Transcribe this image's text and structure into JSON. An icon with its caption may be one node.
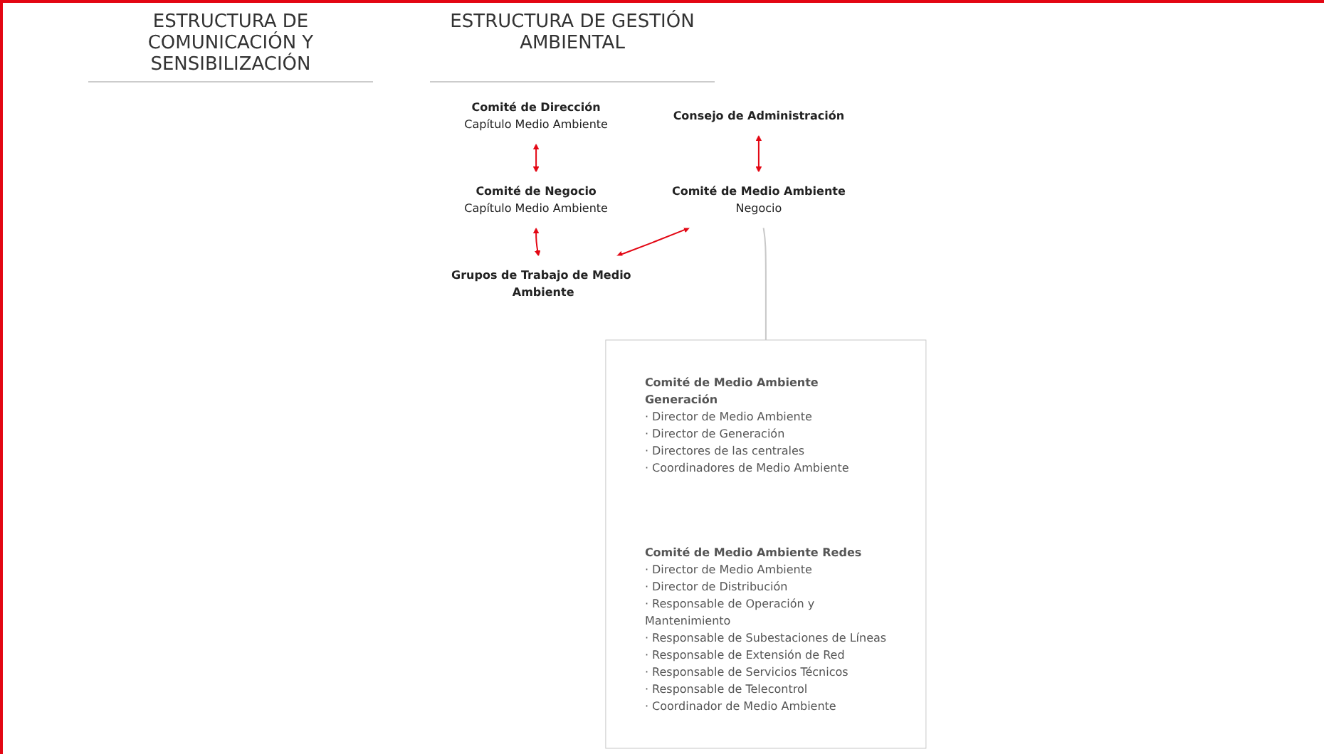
{
  "diagram": {
    "nodes": [
      {
        "text": [
          "Comité de Dirección",
          "Capítulo Medio Ambiente"
        ]
      },
      {
        "text": [
          "Consejo de Administración"
        ]
      },
      {
        "text": [
          "Comité de Negocio",
          "Capítulo Medio Ambiente"
        ]
      },
      {
        "text": [
          "Comité de Medio Ambiente",
          "Negocio"
        ]
      },
      {
        "text": [
          "Grupos de Trabajo de Medio Ambiente"
        ]
      },
      {
        "text": [],
        "shape": "bar"
      },
      {
        "text": [
          "Comité de Medio Ambiente Generación",
          "· Director de Medio Ambiente",
          "· Director de Generación",
          "· Directores de las centrales",
          "· Coordinadores de Medio Ambiente"
        ],
        "in": 5
      },
      {
        "text": [
          "Comité de Medio Ambiente Redes",
          "· Director de Medio Ambiente",
          "· Director de Distribución",
          "· Responsable de Operación y Mantenimiento",
          "· Responsable de Subestaciones de Líneas",
          "· Responsable de Extensión de Red",
          "· Responsable de Servicios Técnicos",
          "· Responsable de Telecontrol",
          "· Coordinador de Medio Ambiente"
        ],
        "in": 5
      }
    ],
    "edges": [
      {
        "from": 0,
        "to": 2,
        "arrow": "both"
      },
      {
        "from": 1,
        "to": 3,
        "arrow": "both"
      },
      {
        "from": 2,
        "to": 4,
        "arrow": "both"
      },
      {
        "from": 3,
        "to": 4,
        "arrow": "both"
      },
      {
        "from": 3,
        "to": 5,
        "arrow": "none",
        "color": "#c8c8c8"
      }
    ],
    "labels": [
      "ESTRUCTURA DE COMUNICACIÓN Y SENSIBILIZACIÓN",
      "ESTRUCTURA DE GESTIÓN AMBIENTAL"
    ]
  }
}
